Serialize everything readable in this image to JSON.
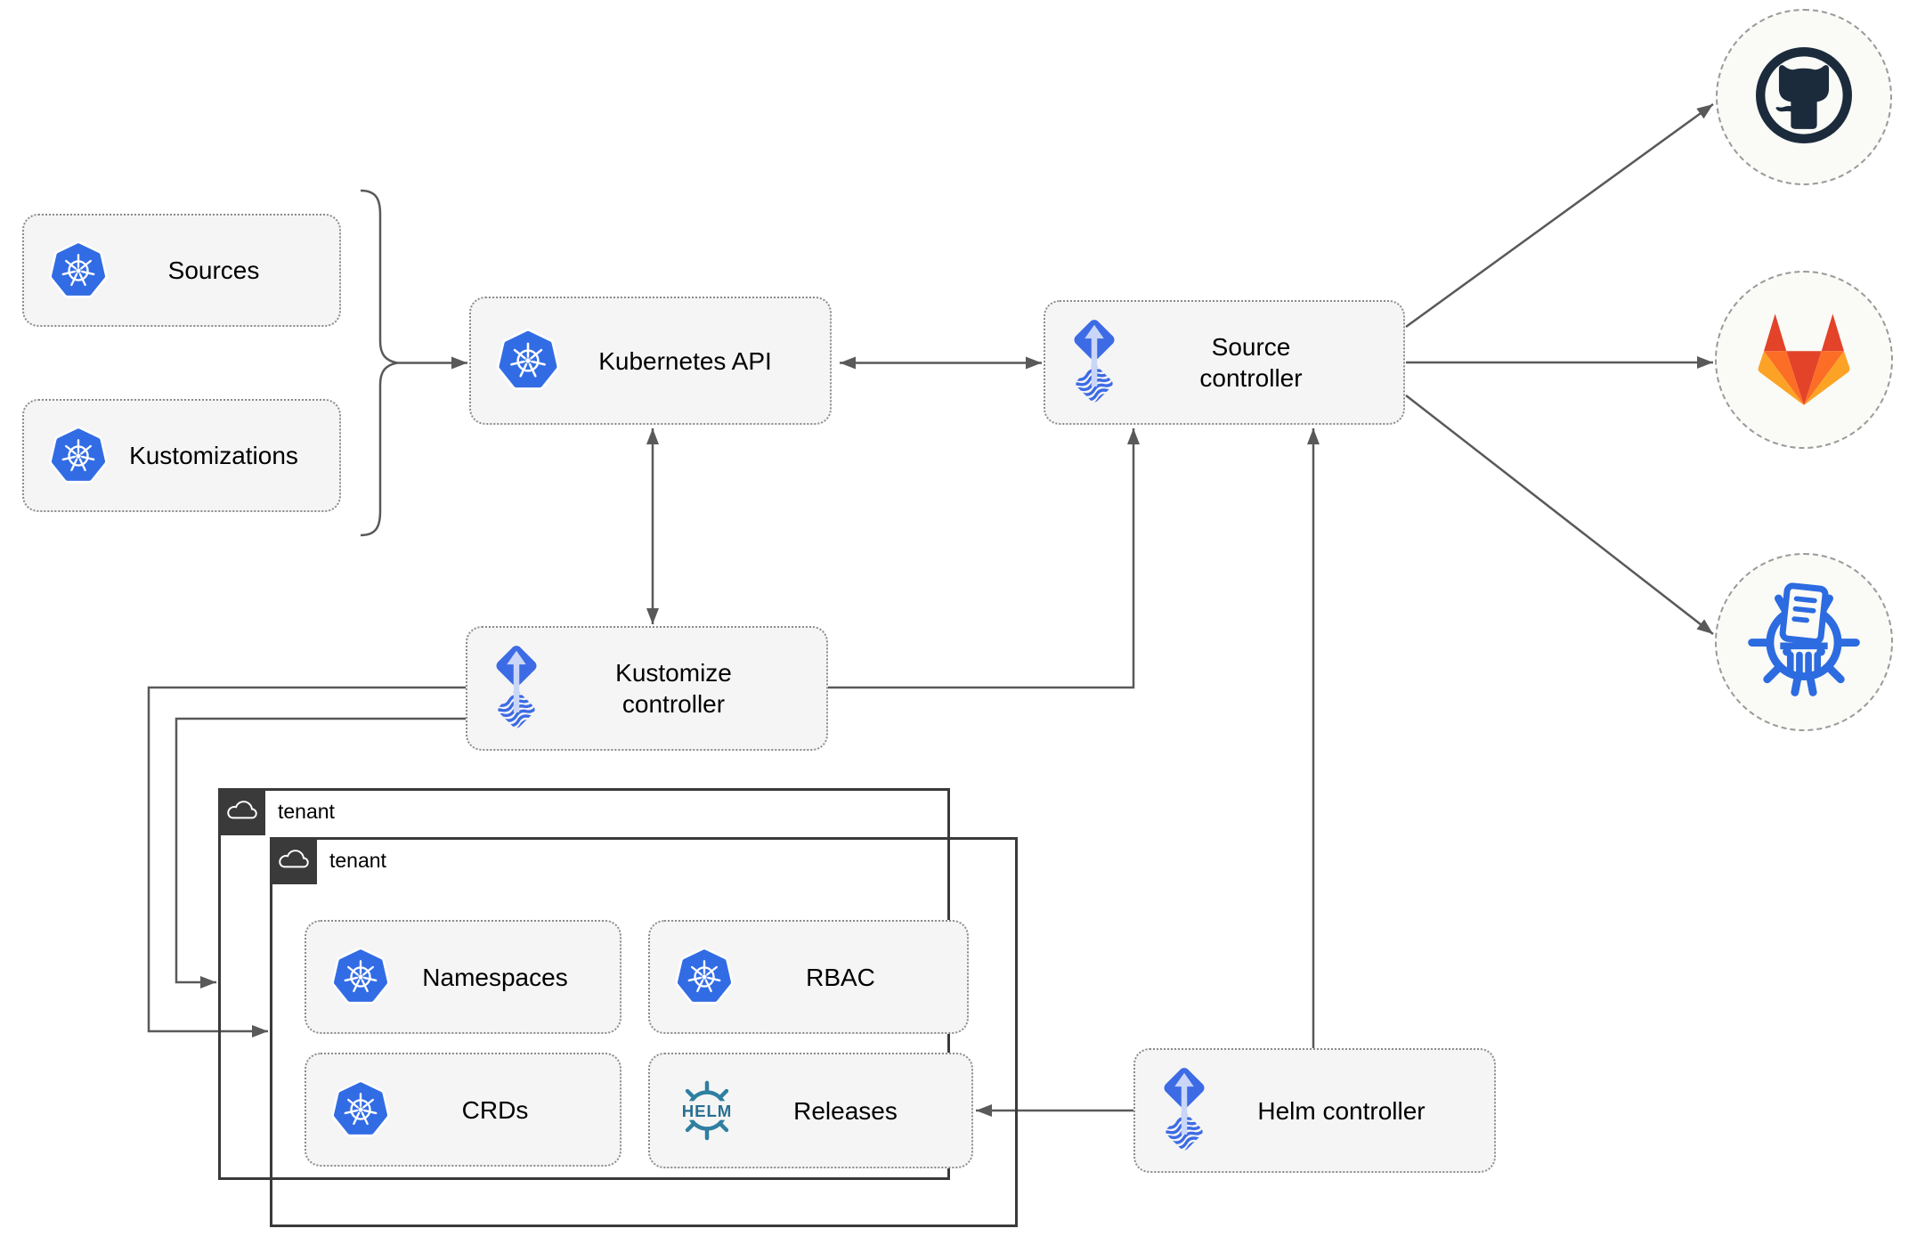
{
  "nodes": {
    "sources": {
      "label": "Sources",
      "icon": "kubernetes-icon"
    },
    "kustomizations": {
      "label": "Kustomizations",
      "icon": "kubernetes-icon"
    },
    "kubernetes_api": {
      "label": "Kubernetes API",
      "icon": "kubernetes-icon"
    },
    "source_controller": {
      "label": "Source controller",
      "icon": "flux-icon"
    },
    "kustomize_controller": {
      "label": "Kustomize controller",
      "icon": "flux-icon"
    },
    "helm_controller": {
      "label": "Helm controller",
      "icon": "flux-icon"
    },
    "namespaces": {
      "label": "Namespaces",
      "icon": "kubernetes-icon"
    },
    "rbac": {
      "label": "RBAC",
      "icon": "kubernetes-icon"
    },
    "crds": {
      "label": "CRDs",
      "icon": "kubernetes-icon"
    },
    "releases": {
      "label": "Releases",
      "icon": "helm-icon",
      "icon_text": "HELM"
    }
  },
  "groups": {
    "tenant_back": {
      "label": "tenant",
      "icon": "cloud-icon"
    },
    "tenant_front": {
      "label": "tenant",
      "icon": "cloud-icon"
    }
  },
  "remotes": {
    "github": {
      "icon": "github-icon"
    },
    "gitlab": {
      "icon": "gitlab-icon"
    },
    "registry": {
      "icon": "registry-icon"
    }
  },
  "colors": {
    "kubernetes_blue": "#326CE5",
    "flux_blue": "#3D6BE5",
    "flux_arrow_light": "#C9D6F7",
    "helm_teal": "#2E7FA0",
    "github_dark": "#1B2B3C",
    "gitlab_red": "#E24329",
    "gitlab_orange": "#FC6D26",
    "gitlab_amber": "#FCA326",
    "registry_blue": "#2C6BE0",
    "edge_gray": "#595959",
    "node_fill": "#F5F5F5",
    "tenant_border": "#3A3A3A"
  }
}
